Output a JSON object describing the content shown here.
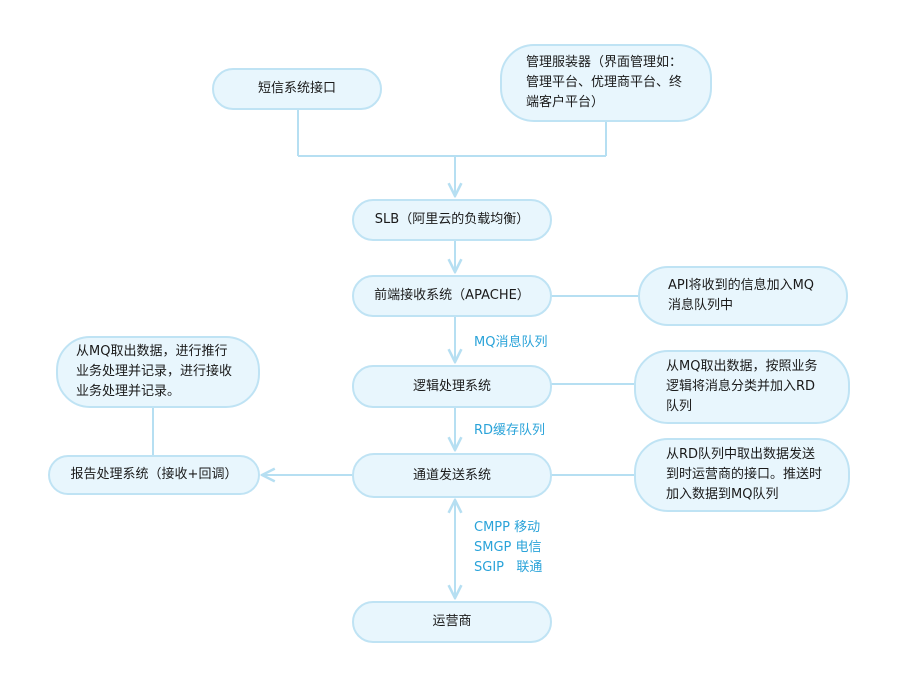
{
  "nodes": {
    "sms_api": "短信系统接口",
    "mgmt_server": "管理服装器（界面管理如：\n管理平台、优理商平台、终\n端客户平台）",
    "slb": "SLB（阿里云的负载均衡）",
    "frontend": "前端接收系统（APACHE）",
    "logic": "逻辑处理系统",
    "channel": "通道发送系统",
    "carrier": "运营商",
    "report": "报告处理系统（接收+回调）"
  },
  "notes": {
    "api_note": "API将收到的信息加入MQ\n消息队列中",
    "logic_note": "从MQ取出数据，按照业务\n逻辑将消息分类并加入RD\n队列",
    "channel_note": "从RD队列中取出数据发送\n到时运营商的接口。推送时\n加入数据到MQ队列",
    "report_note": "从MQ取出数据，进行推行\n业务处理并记录，进行接收\n业务处理并记录。"
  },
  "edge_labels": {
    "mq_queue": "MQ消息队列",
    "rd_queue": "RD缓存队列",
    "cmpp": "CMPP 移动",
    "smgp": "SMGP 电信",
    "sgip": "SGIP   联通"
  },
  "colors": {
    "node_fill": "#e8f6fd",
    "node_border": "#bfe3f4",
    "edge_label": "#2aa3d9",
    "line": "#b6dff2"
  }
}
